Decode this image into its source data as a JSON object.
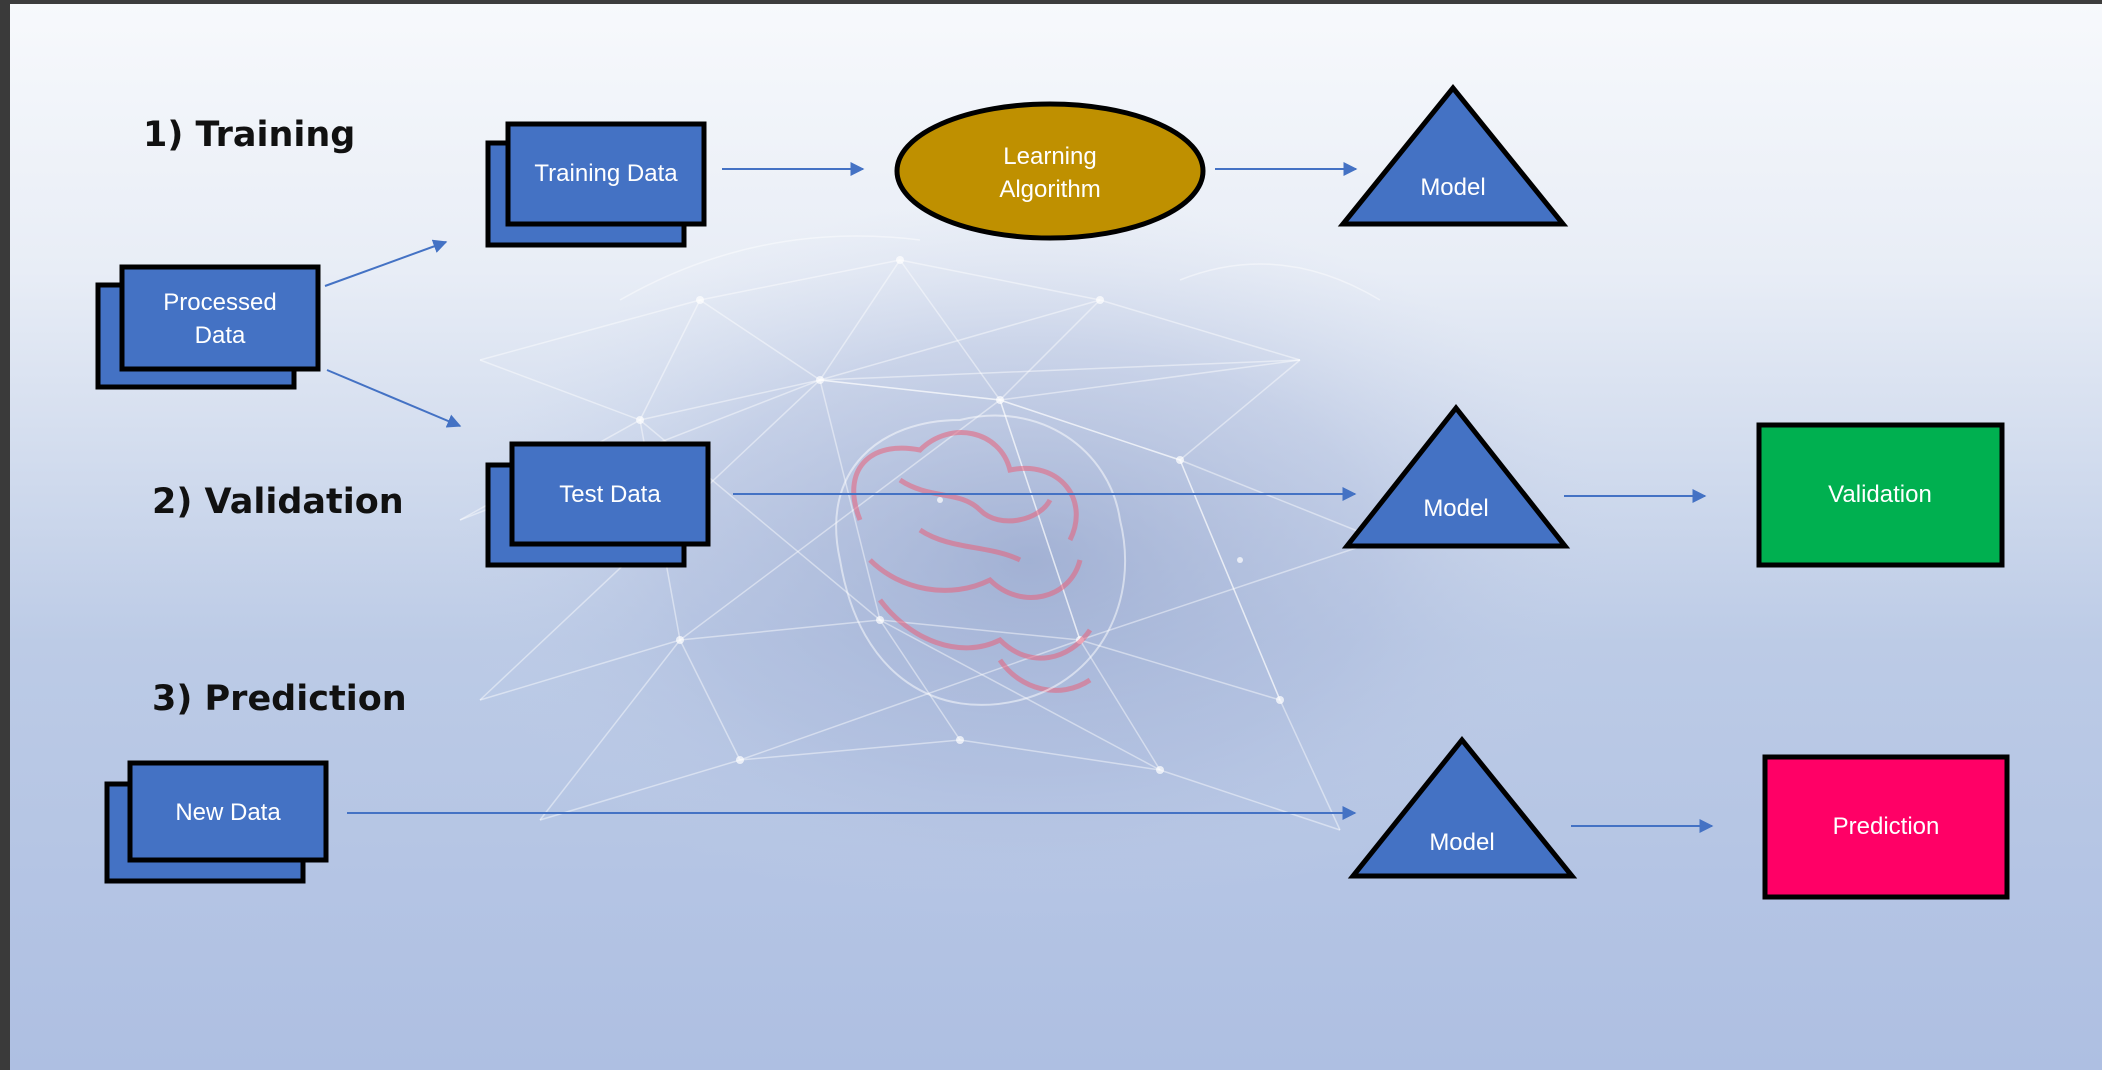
{
  "sections": {
    "training": "1) Training",
    "validation": "2) Validation",
    "prediction": "3) Prediction"
  },
  "nodes": {
    "processed_data": [
      "Processed",
      "Data"
    ],
    "training_data": "Training Data",
    "learning_algorithm": [
      "Learning",
      "Algorithm"
    ],
    "model_training": "Model",
    "test_data": "Test Data",
    "model_validation": "Model",
    "validation_result": "Validation",
    "new_data": "New Data",
    "model_prediction": "Model",
    "prediction_result": "Prediction"
  },
  "colors": {
    "box_fill": "#4472c4",
    "algorithm_fill": "#bf9000",
    "validation_fill": "#00b050",
    "prediction_fill": "#ff0066",
    "arrow": "#4472c4"
  }
}
